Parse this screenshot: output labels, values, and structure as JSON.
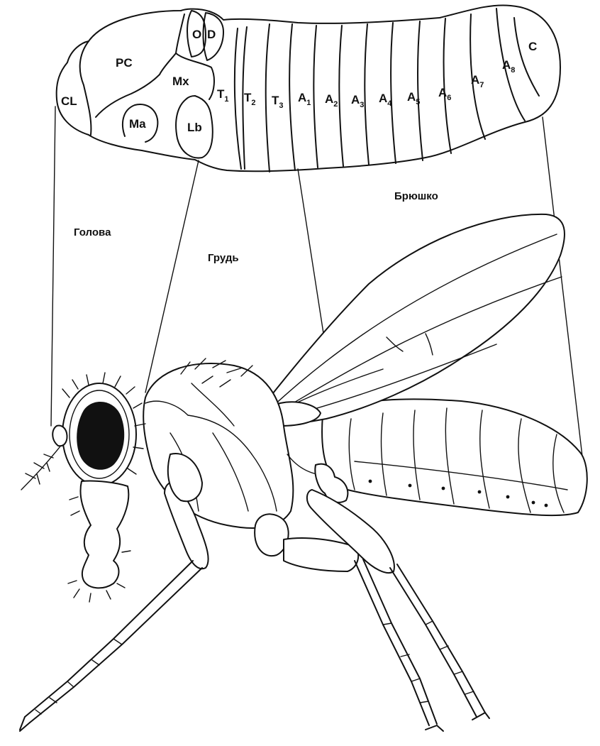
{
  "regions": {
    "head": "Голова",
    "thorax": "Грудь",
    "abdomen": "Брюшко"
  },
  "segments": {
    "cl": "CL",
    "pc": "PC",
    "o": "O",
    "d": "D",
    "mx": "Mx",
    "ma": "Ma",
    "lb": "Lb",
    "c": "C"
  },
  "thoracic": [
    {
      "base": "T",
      "sub": "1"
    },
    {
      "base": "T",
      "sub": "2"
    },
    {
      "base": "T",
      "sub": "3"
    }
  ],
  "abdominal": [
    {
      "base": "A",
      "sub": "1"
    },
    {
      "base": "A",
      "sub": "2"
    },
    {
      "base": "A",
      "sub": "3"
    },
    {
      "base": "A",
      "sub": "4"
    },
    {
      "base": "A",
      "sub": "5"
    },
    {
      "base": "A",
      "sub": "6"
    },
    {
      "base": "A",
      "sub": "7"
    },
    {
      "base": "A",
      "sub": "8"
    }
  ],
  "colors": {
    "ink": "#111111",
    "background": "#ffffff"
  }
}
